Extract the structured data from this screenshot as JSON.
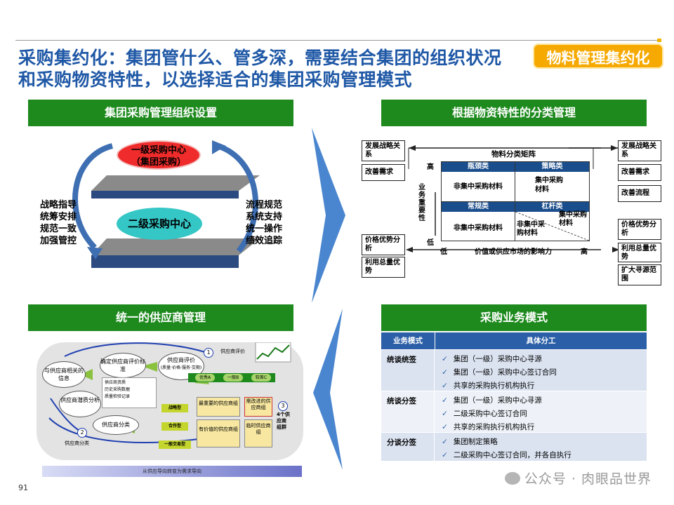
{
  "title": {
    "line1": "采购集约化：集团管什么、管多深，需要结合集团的组织状况",
    "line2": "和采购物资特性，以选择适合的集团采购管理模式",
    "badge": "物料管理集约化"
  },
  "q1": {
    "header": "集团采购管理组织设置",
    "top_center_line1": "一级采购中心",
    "top_center_line2": "（集团采购）",
    "bottom_center": "二级采购中心",
    "left_lines": [
      "战略指导",
      "统筹安排",
      "规范一致",
      "加强管控"
    ],
    "right_lines": [
      "流程规范",
      "系统支持",
      "统一操作",
      "绩效追踪"
    ]
  },
  "q2": {
    "header": "根据物资特性的分类管理",
    "matrix_title": "物料分类矩阵",
    "y_axis": "业务重要性",
    "y_high": "高",
    "y_low": "低",
    "x_low": "低",
    "x_high": "高",
    "x_axis": "价值或供应市场的影响力",
    "cells": {
      "tl_head": "瓶颈类",
      "tl_body": "非集中采购材料",
      "tr_head": "策略类",
      "tr_body": "集中采购材料",
      "bl_head": "常规类",
      "bl_body": "非集中采购材料",
      "br_head": "杠杆类",
      "br_body_a": "非集中采购材料",
      "br_body_b": "集中采购材料"
    },
    "left_boxes": [
      "发展战略关系",
      "改善需求",
      "价格优势分析",
      "利用总量优势"
    ],
    "right_boxes": [
      "发展战略关系",
      "改善需求",
      "改善流程",
      "价格优势分析",
      "利用总量优势",
      "扩大寻源范围"
    ]
  },
  "q3": {
    "header": "统一的供应商管理",
    "nodes": {
      "n1": "与供应商相关的信息",
      "n2": "确定供应商评价标准",
      "n3": "供应商评价",
      "n3_sub": "(质量·价格·服务·交期)",
      "n4": "供应商潜质分析",
      "n5": "供应商分类",
      "eval_label": "供应商评价",
      "class_label": "供应商分类",
      "num1": "1",
      "num2": "2",
      "num3": "3",
      "num3_text": "4个供应商组群",
      "grades": [
        "优秀A",
        "一般B",
        "较差C"
      ],
      "tiers": [
        "战略型",
        "合作型",
        "一般交易型"
      ],
      "groups": [
        "最重要的供应商组",
        "需改进的供应商组",
        "有价值的供应商组",
        "临时供应商组"
      ],
      "info_items": [
        "供应商资质",
        "历史采购数据",
        "质量检验记录"
      ],
      "bottom_bar": "从供应导向转变为需求导向"
    }
  },
  "q4": {
    "header": "采购业务模式",
    "col1": "业务模式",
    "col2": "具体分工",
    "rows": [
      {
        "mode": "统谈统签",
        "items": [
          "集团（一级）采购中心寻源",
          "集团（一级）采购中心签订合同",
          "共享的采购执行机构执行"
        ]
      },
      {
        "mode": "统谈分签",
        "items": [
          "集团（一级）采购中心寻源",
          "二级采购中心签订合同",
          "共享的采购执行机构执行"
        ]
      },
      {
        "mode": "分谈分签",
        "items": [
          "集团制定策略",
          "二级采购中心签订合同，并各自执行"
        ]
      }
    ]
  },
  "footer": {
    "page": "91",
    "watermark": "公众号 · 肉眼品世界"
  },
  "colors": {
    "title_blue": "#1f58a6",
    "header_green": "#1e8a1e",
    "badge_orange": "#f6a900",
    "arrow_blue": "#4a86cf",
    "table_head": "#2b5fa7"
  }
}
